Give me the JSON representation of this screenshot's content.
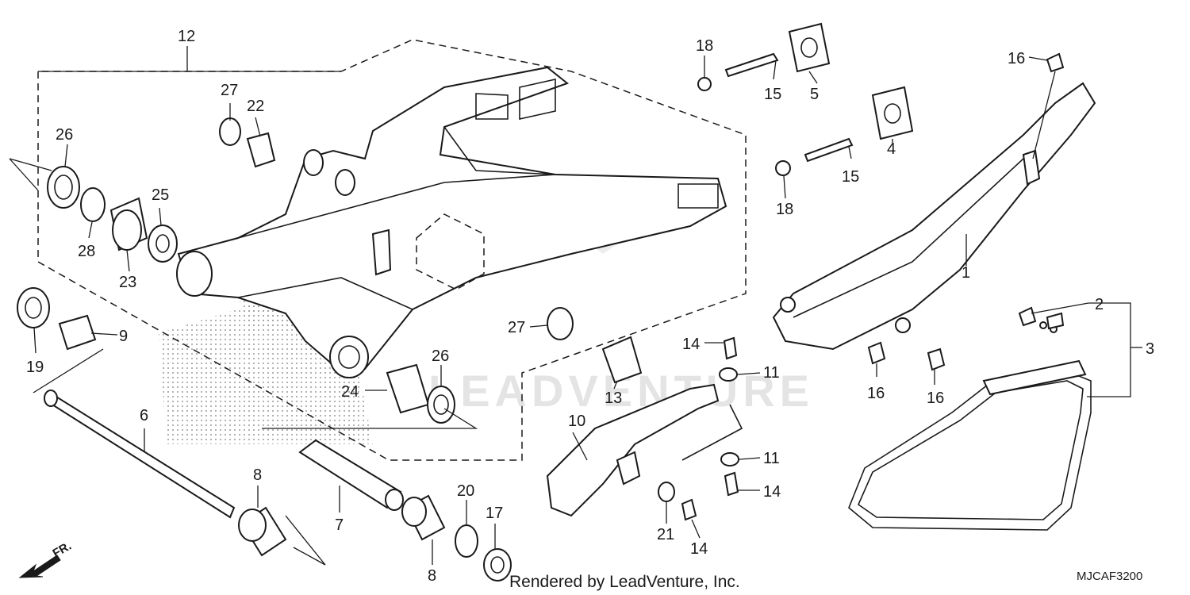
{
  "diagram": {
    "callouts": [
      {
        "id": "c12",
        "text": "12"
      },
      {
        "id": "c27a",
        "text": "27"
      },
      {
        "id": "c22",
        "text": "22"
      },
      {
        "id": "c26a",
        "text": "26"
      },
      {
        "id": "c25",
        "text": "25"
      },
      {
        "id": "c28",
        "text": "28"
      },
      {
        "id": "c23",
        "text": "23"
      },
      {
        "id": "c19",
        "text": "19"
      },
      {
        "id": "c9",
        "text": "9"
      },
      {
        "id": "c18a",
        "text": "18"
      },
      {
        "id": "c15a",
        "text": "15"
      },
      {
        "id": "c5",
        "text": "5"
      },
      {
        "id": "c4",
        "text": "4"
      },
      {
        "id": "c15b",
        "text": "15"
      },
      {
        "id": "c18b",
        "text": "18"
      },
      {
        "id": "c16a",
        "text": "16"
      },
      {
        "id": "c1",
        "text": "1"
      },
      {
        "id": "c2",
        "text": "2"
      },
      {
        "id": "c3",
        "text": "3"
      },
      {
        "id": "c27b",
        "text": "27"
      },
      {
        "id": "c26b",
        "text": "26"
      },
      {
        "id": "c24",
        "text": "24"
      },
      {
        "id": "c13",
        "text": "13"
      },
      {
        "id": "c14a",
        "text": "14"
      },
      {
        "id": "c11a",
        "text": "11"
      },
      {
        "id": "c16b",
        "text": "16"
      },
      {
        "id": "c16c",
        "text": "16"
      },
      {
        "id": "c6",
        "text": "6"
      },
      {
        "id": "c10",
        "text": "10"
      },
      {
        "id": "c11b",
        "text": "11"
      },
      {
        "id": "c14b",
        "text": "14"
      },
      {
        "id": "c8a",
        "text": "8"
      },
      {
        "id": "c7",
        "text": "7"
      },
      {
        "id": "c20",
        "text": "20"
      },
      {
        "id": "c17",
        "text": "17"
      },
      {
        "id": "c21",
        "text": "21"
      },
      {
        "id": "c14c",
        "text": "14"
      },
      {
        "id": "c8b",
        "text": "8"
      }
    ],
    "direction_label": "FR.",
    "credit": "Rendered by LeadVenture, Inc.",
    "diagram_code": "MJCAF3200",
    "watermark": "LEADVENTURE",
    "colors": {
      "line": "#1a1a1a",
      "background": "#ffffff",
      "watermark": "#e4e4e4"
    }
  }
}
